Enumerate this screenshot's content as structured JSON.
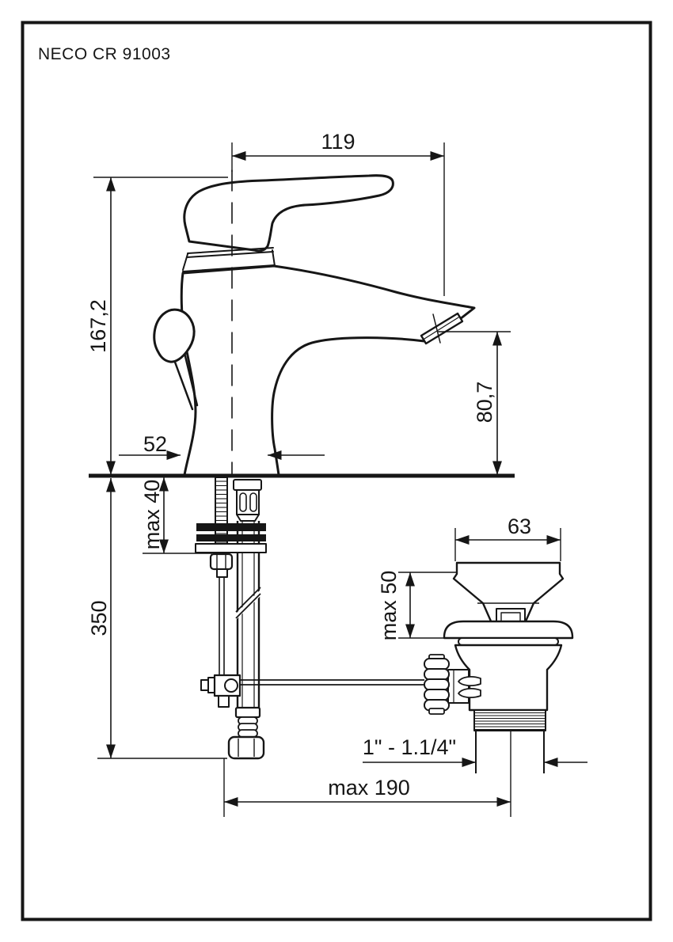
{
  "title": "NECO CR 91003",
  "colors": {
    "ink": "#161616",
    "paper": "#ffffff"
  },
  "drawing": {
    "kind": "technical dimension drawing",
    "subject": "single-lever basin mixer faucet with flexible hose, pop-up rod and pop-up waste drain",
    "units": "mm"
  },
  "dimensions": {
    "spout_reach": "119",
    "total_height": "167,2",
    "spout_height": "80,7",
    "base_width": "52",
    "deck_thickness": "max 40",
    "hose_length": "350",
    "waste_flange_diameter": "63",
    "waste_height": "max 50",
    "waste_thread": "1\" - 1.1/4\"",
    "waste_offset": "max 190"
  }
}
